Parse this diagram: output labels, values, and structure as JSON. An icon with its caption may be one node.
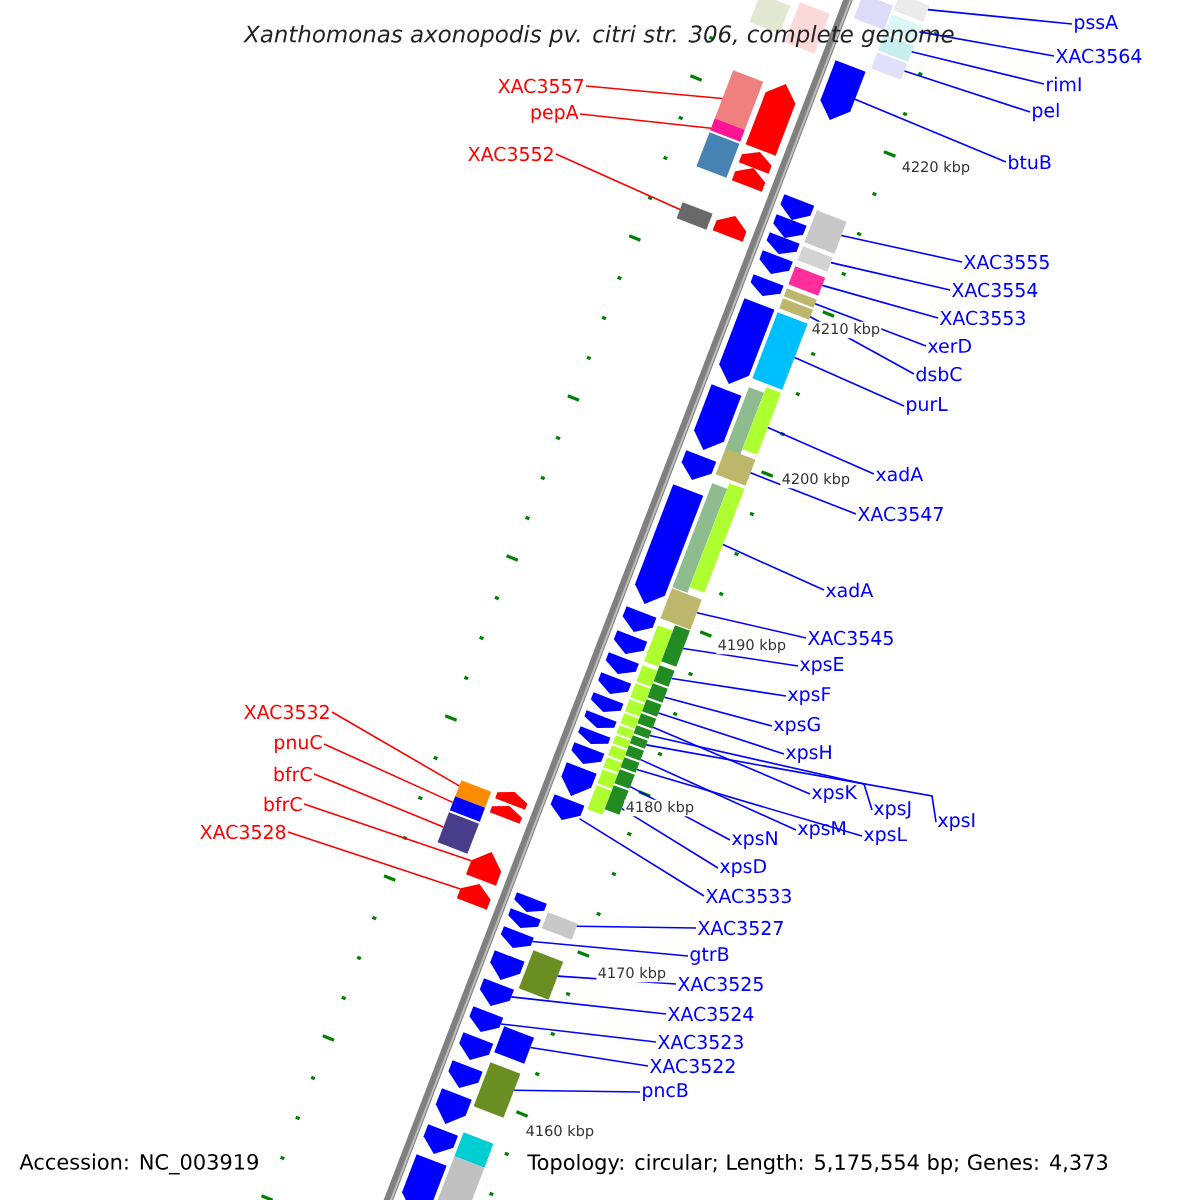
{
  "diagram": {
    "title": "Xanthomonas axonopodis pv. citri str. 306, complete genome",
    "nodes": [
      {
        "text": [
          "pssA"
        ]
      },
      {
        "text": [
          "XAC3564"
        ]
      },
      {
        "text": [
          "rimI"
        ]
      },
      {
        "text": [
          "XAC3557"
        ]
      },
      {
        "text": [
          "pel"
        ]
      },
      {
        "text": [
          "pepA"
        ]
      },
      {
        "text": [
          "XAC3552"
        ]
      },
      {
        "text": [
          "btuB"
        ]
      },
      {
        "text": [
          "XAC3555"
        ]
      },
      {
        "text": [
          "XAC3554"
        ]
      },
      {
        "text": [
          "XAC3553"
        ]
      },
      {
        "text": [
          "xerD"
        ]
      },
      {
        "text": [
          "dsbC"
        ]
      },
      {
        "text": [
          "purL"
        ]
      },
      {
        "text": [
          "xadA"
        ]
      },
      {
        "text": [
          "XAC3547"
        ]
      },
      {
        "text": [
          "xadA"
        ]
      },
      {
        "text": [
          "XAC3545"
        ]
      },
      {
        "text": [
          "xpsE"
        ]
      },
      {
        "text": [
          "xpsF"
        ]
      },
      {
        "text": [
          "XAC3532"
        ]
      },
      {
        "text": [
          "xpsG"
        ]
      },
      {
        "text": [
          "pnuC"
        ]
      },
      {
        "text": [
          "xpsH"
        ]
      },
      {
        "text": [
          "bfrC"
        ]
      },
      {
        "text": [
          "xpsK"
        ]
      },
      {
        "text": [
          "xpsJ"
        ]
      },
      {
        "text": [
          "bfrC"
        ]
      },
      {
        "text": [
          "xpsI"
        ]
      },
      {
        "text": [
          "XAC3528"
        ]
      },
      {
        "text": [
          "xpsM"
        ]
      },
      {
        "text": [
          "xpsL"
        ]
      },
      {
        "text": [
          "xpsN"
        ]
      },
      {
        "text": [
          "xpsD"
        ]
      },
      {
        "text": [
          "XAC3533"
        ]
      },
      {
        "text": [
          "XAC3527"
        ]
      },
      {
        "text": [
          "gtrB"
        ]
      },
      {
        "text": [
          "XAC3525"
        ]
      },
      {
        "text": [
          "XAC3524"
        ]
      },
      {
        "text": [
          "XAC3523"
        ]
      },
      {
        "text": [
          "XAC3522"
        ]
      },
      {
        "text": [
          "pncB"
        ]
      },
      {
        "text": [],
        "shape": "box"
      },
      {
        "text": [],
        "shape": "box"
      },
      {
        "text": [],
        "shape": "box"
      },
      {
        "text": [],
        "shape": "box"
      },
      {
        "text": [],
        "shape": "box"
      },
      {
        "text": [],
        "shape": "box"
      },
      {
        "text": [],
        "shape": "box"
      },
      {
        "text": [],
        "shape": "pentagon"
      },
      {
        "text": [],
        "shape": "box"
      },
      {
        "text": [],
        "shape": "pentagon"
      },
      {
        "text": [],
        "shape": "box"
      },
      {
        "text": [],
        "shape": "box"
      },
      {
        "text": [],
        "shape": "pentagon"
      },
      {
        "text": [],
        "shape": "pentagon"
      },
      {
        "text": [],
        "shape": "pentagon"
      },
      {
        "text": [],
        "shape": "box"
      },
      {
        "text": [],
        "shape": "pentagon"
      },
      {
        "text": [],
        "shape": "box"
      },
      {
        "text": [],
        "shape": "pentagon"
      },
      {
        "text": [],
        "shape": "pentagon"
      },
      {
        "text": [],
        "shape": "box"
      },
      {
        "text": [],
        "shape": "pentagon"
      },
      {
        "text": [],
        "shape": "box"
      },
      {
        "text": [],
        "shape": "pentagon"
      },
      {
        "text": [],
        "shape": "box"
      },
      {
        "text": [],
        "shape": "box"
      },
      {
        "text": [],
        "shape": "pentagon"
      },
      {
        "text": [],
        "shape": "box"
      },
      {
        "text": [],
        "shape": "pentagon"
      },
      {
        "text": [],
        "shape": "box"
      },
      {
        "text": [],
        "shape": "box"
      },
      {
        "text": [],
        "shape": "pentagon"
      },
      {
        "text": [],
        "shape": "box"
      },
      {
        "text": [],
        "shape": "pentagon"
      },
      {
        "text": [],
        "shape": "box"
      },
      {
        "text": [],
        "shape": "pentagon"
      },
      {
        "text": [],
        "shape": "box"
      },
      {
        "text": [],
        "shape": "pentagon"
      },
      {
        "text": [],
        "shape": "pentagon"
      },
      {
        "text": [],
        "shape": "box"
      },
      {
        "text": [],
        "shape": "pentagon"
      },
      {
        "text": [],
        "shape": "box"
      },
      {
        "text": [],
        "shape": "pentagon"
      },
      {
        "text": [],
        "shape": "box"
      },
      {
        "text": [],
        "shape": "box"
      },
      {
        "text": [],
        "shape": "pentagon"
      },
      {
        "text": [],
        "shape": "box"
      },
      {
        "text": [],
        "shape": "pentagon"
      },
      {
        "text": [],
        "shape": "box"
      },
      {
        "text": [],
        "shape": "box"
      },
      {
        "text": [],
        "shape": "pentagon"
      },
      {
        "text": [],
        "shape": "box"
      },
      {
        "text": [],
        "shape": "pentagon"
      },
      {
        "text": [],
        "shape": "box"
      },
      {
        "text": [],
        "shape": "box"
      },
      {
        "text": [],
        "shape": "box"
      },
      {
        "text": [],
        "shape": "pentagon"
      },
      {
        "text": [],
        "shape": "pentagon"
      },
      {
        "text": [],
        "shape": "box"
      },
      {
        "text": [],
        "shape": "pentagon"
      },
      {
        "text": [],
        "shape": "box"
      },
      {
        "text": [],
        "shape": "pentagon"
      },
      {
        "text": [],
        "shape": "pentagon"
      },
      {
        "text": [],
        "shape": "pentagon"
      },
      {
        "text": [],
        "shape": "pentagon"
      },
      {
        "text": [],
        "shape": "box"
      },
      {
        "text": [],
        "shape": "pentagon"
      },
      {
        "text": [],
        "shape": "pentagon"
      },
      {
        "text": [],
        "shape": "box"
      },
      {
        "text": [],
        "shape": "pentagon"
      },
      {
        "text": [],
        "shape": "pentagon"
      },
      {
        "text": [],
        "shape": "box"
      },
      {
        "text": [],
        "shape": "pentagon"
      },
      {
        "text": [],
        "shape": "pentagon"
      },
      {
        "text": [],
        "shape": "box"
      },
      {
        "text": [],
        "shape": "pentagon"
      },
      {
        "text": [],
        "shape": "pentagon"
      },
      {
        "text": [],
        "shape": "box"
      },
      {
        "text": [],
        "shape": "pentagon"
      },
      {
        "text": [],
        "shape": "box"
      }
    ],
    "edges": [
      {
        "from": 0,
        "to": 42,
        "arrow": "none"
      },
      {
        "from": 1,
        "to": 46,
        "arrow": "none"
      },
      {
        "from": 2,
        "to": 47,
        "arrow": "none"
      },
      {
        "from": 3,
        "to": 50,
        "arrow": "none",
        "color": "#ff0000"
      },
      {
        "from": 4,
        "to": 48,
        "arrow": "none"
      },
      {
        "from": 5,
        "to": 52,
        "arrow": "none",
        "color": "#ff0000"
      },
      {
        "from": 6,
        "to": 57,
        "arrow": "none",
        "color": "#ff0000"
      },
      {
        "from": 7,
        "to": 49,
        "arrow": "none"
      },
      {
        "from": 8,
        "to": 59,
        "arrow": "none"
      },
      {
        "from": 9,
        "to": 62,
        "arrow": "none"
      },
      {
        "from": 10,
        "to": 64,
        "arrow": "none"
      },
      {
        "from": 11,
        "to": 66,
        "arrow": "none"
      },
      {
        "from": 12,
        "to": 67,
        "arrow": "none"
      },
      {
        "from": 13,
        "to": 69,
        "arrow": "none"
      },
      {
        "from": 14,
        "to": 71,
        "arrow": "none"
      },
      {
        "from": 15,
        "to": 72,
        "arrow": "none"
      },
      {
        "from": 16,
        "to": 74,
        "arrow": "none"
      },
      {
        "from": 17,
        "to": 76,
        "arrow": "none"
      },
      {
        "from": 18,
        "to": 78,
        "arrow": "none"
      },
      {
        "from": 19,
        "to": 81,
        "arrow": "none"
      },
      {
        "from": 20,
        "to": 96,
        "arrow": "none",
        "color": "#ff0000"
      },
      {
        "from": 21,
        "to": 83,
        "arrow": "none"
      },
      {
        "from": 22,
        "to": 100,
        "arrow": "none",
        "color": "#ff0000"
      },
      {
        "from": 23,
        "to": 85,
        "arrow": "none"
      },
      {
        "from": 24,
        "to": 102,
        "arrow": "none",
        "color": "#ff0000"
      },
      {
        "from": 25,
        "to": 86,
        "arrow": "none"
      },
      {
        "from": 26,
        "to": 88,
        "arrow": "none"
      },
      {
        "from": 27,
        "to": 103,
        "arrow": "none",
        "color": "#ff0000"
      },
      {
        "from": 28,
        "to": 90,
        "arrow": "none"
      },
      {
        "from": 29,
        "to": 104,
        "arrow": "none",
        "color": "#ff0000"
      },
      {
        "from": 30,
        "to": 91,
        "arrow": "none"
      },
      {
        "from": 31,
        "to": 93,
        "arrow": "none"
      },
      {
        "from": 32,
        "to": 95,
        "arrow": "none"
      },
      {
        "from": 33,
        "to": 97,
        "arrow": "none"
      },
      {
        "from": 34,
        "to": 99,
        "arrow": "none"
      },
      {
        "from": 35,
        "to": 107,
        "arrow": "none"
      },
      {
        "from": 36,
        "to": 108,
        "arrow": "none"
      },
      {
        "from": 37,
        "to": 110,
        "arrow": "none"
      },
      {
        "from": 38,
        "to": 111,
        "arrow": "none"
      },
      {
        "from": 39,
        "to": 112,
        "arrow": "none"
      },
      {
        "from": 40,
        "to": 113,
        "arrow": "none"
      },
      {
        "from": 41,
        "to": 116,
        "arrow": "none"
      }
    ],
    "labels": [
      "4220 kbp",
      "4210 kbp",
      "4200 kbp",
      "4190 kbp",
      "4180 kbp",
      "4170 kbp",
      "4160 kbp",
      "Accession: NC_003919",
      "Topology: circular; Length: 5,175,554 bp; Genes: 4,373"
    ]
  }
}
